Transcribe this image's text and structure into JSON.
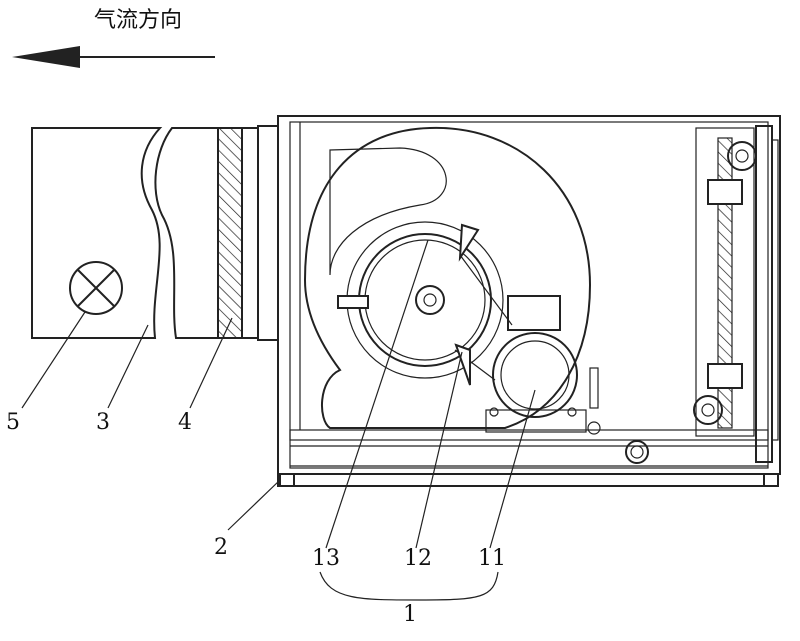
{
  "airflow": {
    "title": "气流方向"
  },
  "labels": {
    "l1": "1",
    "l2": "2",
    "l3": "3",
    "l4": "4",
    "l5": "5",
    "l11": "11",
    "l12": "12",
    "l13": "13"
  },
  "colors": {
    "ink": "#222222",
    "background": "#ffffff"
  }
}
